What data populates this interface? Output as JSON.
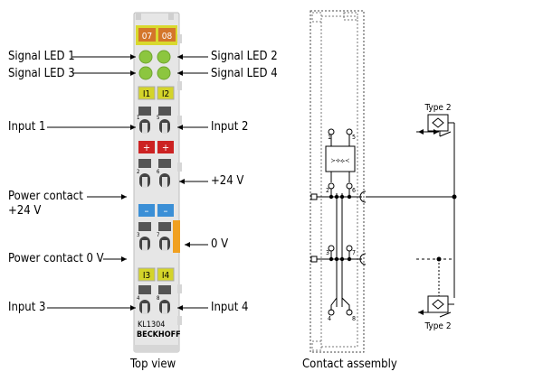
{
  "labels": {
    "signal_led_1": "Signal LED 1",
    "signal_led_3": "Signal LED 3",
    "signal_led_2": "Signal LED 2",
    "signal_led_4": "Signal LED 4",
    "input_1": "Input 1",
    "input_2": "Input 2",
    "power_contact_24v_line1": "Power contact",
    "power_contact_24v_line2": "+24 V",
    "plus_24v": "+24 V",
    "power_contact_0v": "Power contact 0 V",
    "zero_v": "0 V",
    "input_3": "Input 3",
    "input_4": "Input 4"
  },
  "terminal": {
    "led_labels_top": [
      "07",
      "08"
    ],
    "channel_labels_top": [
      "I1",
      "I2"
    ],
    "channel_labels_bottom": [
      "I3",
      "I4"
    ],
    "plus_sign": "+",
    "minus_sign": "–",
    "model": "KL1304",
    "brand": "BECKHOFF",
    "contact_numbers": [
      "1",
      "5",
      "2",
      "6",
      "3",
      "7",
      "4",
      "8"
    ]
  },
  "assembly": {
    "top_numbers": [
      "1",
      "5"
    ],
    "mid_numbers": [
      "2",
      "6"
    ],
    "low_numbers": [
      "3",
      "7"
    ],
    "bottom_numbers": [
      "4",
      "8"
    ],
    "sensor_top_label": "Type 2",
    "sensor_bottom_label": "Type 2"
  },
  "captions": {
    "top_view": "Top view",
    "contact_assembly": "Contact assembly"
  },
  "colors": {
    "led_green": "#8cc63f",
    "label_orange": "#d4762a",
    "channel_yellow": "#d4d42a",
    "plus_red": "#cc2222",
    "minus_blue": "#3b8fd6",
    "body_grey": "#e4e4e4",
    "accent_orange": "#f0a020"
  }
}
